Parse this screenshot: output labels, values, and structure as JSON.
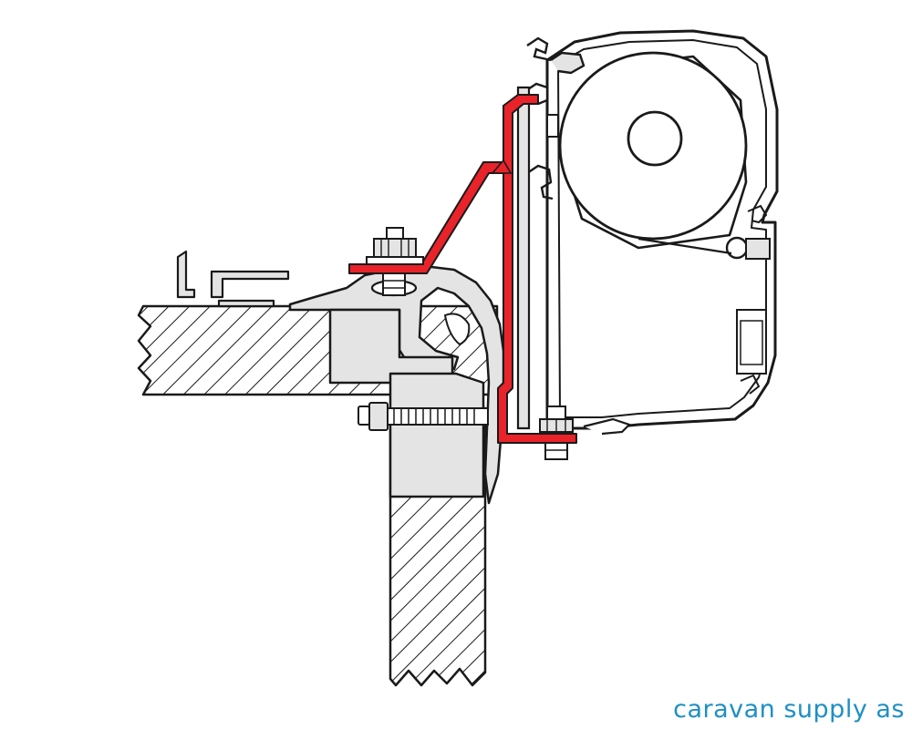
{
  "watermark": {
    "text": "caravan supply as"
  },
  "colors": {
    "background": "#ffffff",
    "outline": "#1a1a1a",
    "profile_fill": "#e4e4e4",
    "adapter_bracket": "#e8232a",
    "watermark": "#1e8fc6"
  },
  "parts": [
    "roof-panel",
    "side-wall",
    "roof-rail",
    "clamp-block",
    "spacer-block",
    "through-bolt",
    "adapter-bracket",
    "awning-cassette",
    "fabric-roller",
    "top-nut-bolt",
    "bottom-nut-bolt"
  ]
}
